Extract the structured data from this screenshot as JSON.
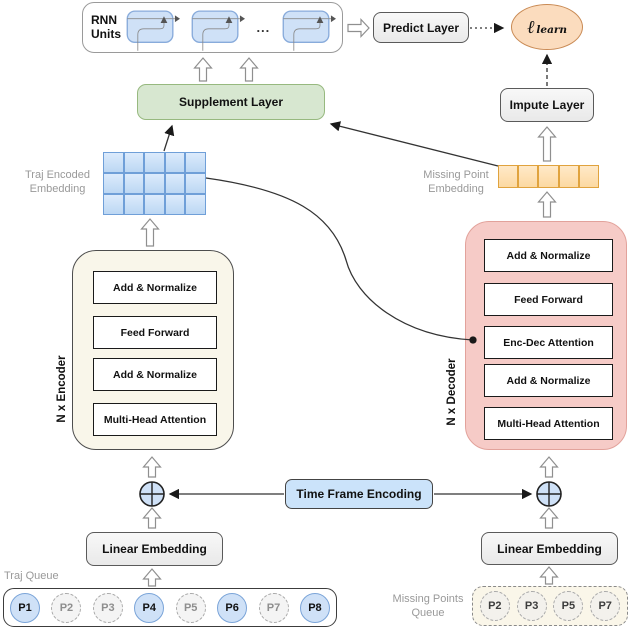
{
  "colors": {
    "rnn_cell_fill": "#cfe1f7",
    "rnn_cell_border": "#88abdb",
    "traj_grid_fill": "#c7ddf6",
    "traj_grid_border": "#6f9fd8",
    "missing_cell_fill": "#fde1b0",
    "missing_cell_border": "#e0a33e",
    "supplement_fill": "#d7e7d0",
    "supplement_border": "#97b97f",
    "decoder_fill": "#f6cbc7",
    "encoder_fill": "#f9f6ea",
    "loss_fill": "#fbdcbe",
    "tfe_fill": "#cbe3fa",
    "gray_box_fill": "#efefef",
    "label_gray": "#999999"
  },
  "rnn": {
    "label": "RNN\nUnits",
    "cells": 3,
    "ellipsis": "..."
  },
  "predict_layer": {
    "label": "Predict Layer"
  },
  "loss": {
    "symbol": "ℓ",
    "subscript": "learn"
  },
  "supplement_layer": {
    "label": "Supplement Layer"
  },
  "impute_layer": {
    "label": "Impute Layer"
  },
  "traj_embedding": {
    "label": "Traj Encoded\nEmbedding",
    "rows": 3,
    "cols": 5
  },
  "missing_embedding": {
    "label": "Missing Point\nEmbedding",
    "cells": 5
  },
  "encoder": {
    "label": "N x Encoder",
    "layers": [
      "Add & Normalize",
      "Feed Forward",
      "Add & Normalize",
      "Multi-Head Attention"
    ]
  },
  "decoder": {
    "label": "N x Decoder",
    "layers": [
      "Add & Normalize",
      "Feed Forward",
      "Enc-Dec Attention",
      "Add & Normalize",
      "Multi-Head Attention"
    ]
  },
  "time_frame_encoding": {
    "label": "Time Frame Encoding"
  },
  "linear_embedding_left": {
    "label": "Linear Embedding"
  },
  "linear_embedding_right": {
    "label": "Linear Embedding"
  },
  "traj_queue": {
    "label": "Traj Queue",
    "points": [
      {
        "id": "P1",
        "present": true
      },
      {
        "id": "P2",
        "present": false
      },
      {
        "id": "P3",
        "present": false
      },
      {
        "id": "P4",
        "present": true
      },
      {
        "id": "P5",
        "present": false
      },
      {
        "id": "P6",
        "present": true
      },
      {
        "id": "P7",
        "present": false
      },
      {
        "id": "P8",
        "present": true
      }
    ]
  },
  "missing_queue": {
    "label": "Missing Points\nQueue",
    "points": [
      "P2",
      "P3",
      "P5",
      "P7"
    ]
  }
}
